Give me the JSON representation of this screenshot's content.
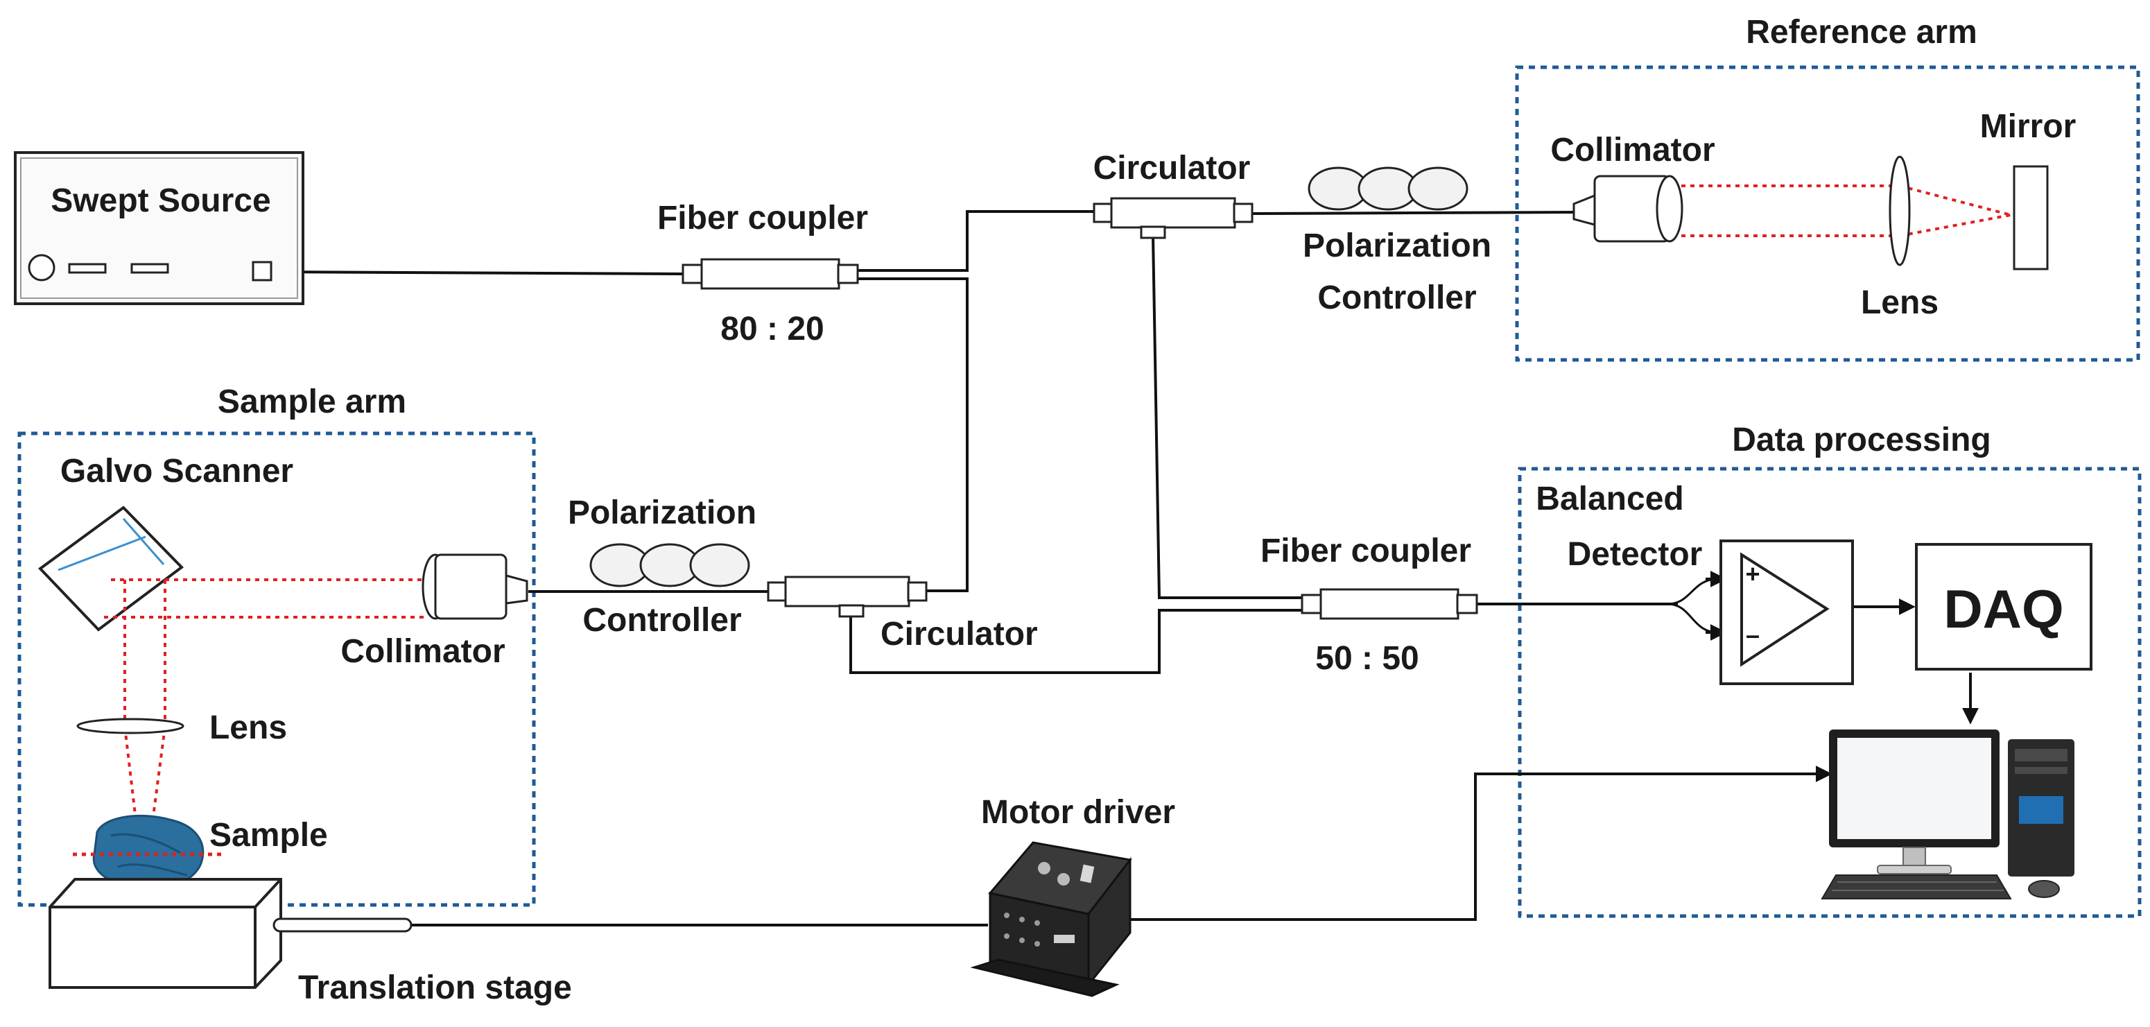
{
  "colors": {
    "group_box": "#1f5a96",
    "beam": "#e02020",
    "fiber": "#111111",
    "galvo_mirror": "#3a8fd0",
    "sample_tissue": "#2a6f9e",
    "motor_driver": "#2b2b2b"
  },
  "groups": {
    "reference_arm": "Reference arm",
    "sample_arm": "Sample arm",
    "data_processing": "Data processing"
  },
  "components": {
    "swept_source": "Swept Source",
    "fiber_coupler_1": "Fiber coupler",
    "fiber_coupler_1_ratio": "80 : 20",
    "circulator_top": "Circulator",
    "polarization_controller_top_line1": "Polarization",
    "polarization_controller_top_line2": "Controller",
    "collimator_ref": "Collimator",
    "mirror": "Mirror",
    "lens_ref": "Lens",
    "galvo_scanner": "Galvo Scanner",
    "collimator_sample": "Collimator",
    "lens_sample": "Lens",
    "sample": "Sample",
    "polarization_controller_bottom_line1": "Polarization",
    "polarization_controller_bottom_line2": "Controller",
    "circulator_bottom": "Circulator",
    "fiber_coupler_2": "Fiber coupler",
    "fiber_coupler_2_ratio": "50 : 50",
    "balanced_detector_line1": "Balanced",
    "balanced_detector_line2": "Detector",
    "detector_plus": "+",
    "detector_minus": "–",
    "daq": "DAQ",
    "motor_driver": "Motor driver",
    "translation_stage": "Translation stage"
  },
  "icons": [
    "swept-source-icon",
    "fiber-coupler-icon",
    "circulator-icon",
    "polarization-controller-icon",
    "collimator-icon",
    "lens-icon",
    "mirror-icon",
    "galvo-scanner-icon",
    "sample-icon",
    "balanced-detector-icon",
    "daq-icon",
    "computer-icon",
    "motor-driver-icon",
    "translation-stage-icon"
  ]
}
